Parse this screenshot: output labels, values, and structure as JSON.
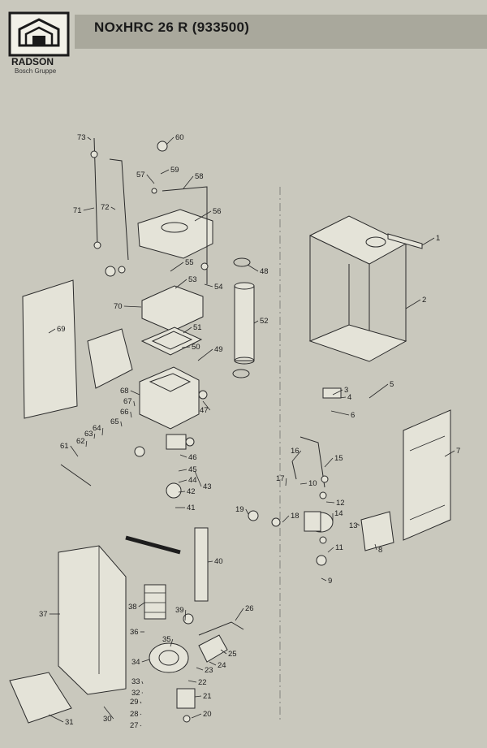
{
  "header": {
    "title": "NOxHRC 26 R (933500)",
    "brand": "RADSON",
    "subbrand": "Bosch Gruppe"
  },
  "parts": [
    {
      "n": "1"
    },
    {
      "n": "2"
    },
    {
      "n": "3"
    },
    {
      "n": "4"
    },
    {
      "n": "5"
    },
    {
      "n": "6"
    },
    {
      "n": "7"
    },
    {
      "n": "8"
    },
    {
      "n": "9"
    },
    {
      "n": "10"
    },
    {
      "n": "11"
    },
    {
      "n": "12"
    },
    {
      "n": "13"
    },
    {
      "n": "14"
    },
    {
      "n": "15"
    },
    {
      "n": "16"
    },
    {
      "n": "17"
    },
    {
      "n": "18"
    },
    {
      "n": "19"
    },
    {
      "n": "20"
    },
    {
      "n": "21"
    },
    {
      "n": "22"
    },
    {
      "n": "23"
    },
    {
      "n": "24"
    },
    {
      "n": "25"
    },
    {
      "n": "26"
    },
    {
      "n": "27"
    },
    {
      "n": "28"
    },
    {
      "n": "29"
    },
    {
      "n": "30"
    },
    {
      "n": "31"
    },
    {
      "n": "32"
    },
    {
      "n": "33"
    },
    {
      "n": "34"
    },
    {
      "n": "35"
    },
    {
      "n": "36"
    },
    {
      "n": "37"
    },
    {
      "n": "38"
    },
    {
      "n": "39"
    },
    {
      "n": "40"
    },
    {
      "n": "41"
    },
    {
      "n": "42"
    },
    {
      "n": "43"
    },
    {
      "n": "44"
    },
    {
      "n": "45"
    },
    {
      "n": "46"
    },
    {
      "n": "47"
    },
    {
      "n": "48"
    },
    {
      "n": "49"
    },
    {
      "n": "50"
    },
    {
      "n": "51"
    },
    {
      "n": "52"
    },
    {
      "n": "53"
    },
    {
      "n": "54"
    },
    {
      "n": "55"
    },
    {
      "n": "56"
    },
    {
      "n": "57"
    },
    {
      "n": "58"
    },
    {
      "n": "59"
    },
    {
      "n": "60"
    },
    {
      "n": "61"
    },
    {
      "n": "62"
    },
    {
      "n": "63"
    },
    {
      "n": "64"
    },
    {
      "n": "65"
    },
    {
      "n": "66"
    },
    {
      "n": "67"
    },
    {
      "n": "68"
    },
    {
      "n": "69"
    },
    {
      "n": "70"
    },
    {
      "n": "71"
    },
    {
      "n": "72"
    },
    {
      "n": "73"
    }
  ]
}
